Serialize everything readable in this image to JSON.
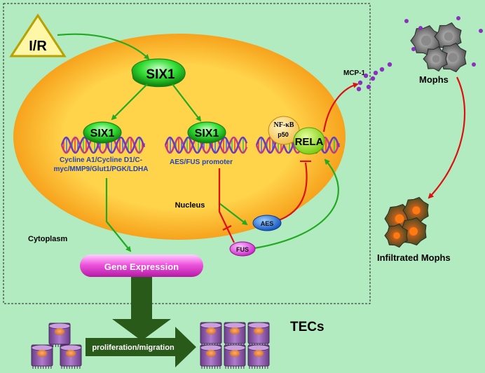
{
  "stimulus": {
    "label": "I/R"
  },
  "regulator": {
    "label": "SIX1"
  },
  "promoters": {
    "left": {
      "protein": "SIX1",
      "genes": "Cycline A1/Cycline D1/C-myc/MMP9/Glut1/PGK/LDHA"
    },
    "middle": {
      "protein": "SIX1",
      "label": "AES/FUS promoter"
    },
    "right": {
      "nfkb": "NF-κB",
      "p50": "p50",
      "rela": "RELA"
    }
  },
  "compartments": {
    "nucleus": "Nucleus",
    "cytoplasm": "Cytoplasm"
  },
  "factors": {
    "aes": "AES",
    "fus": "FUS",
    "mcp1": "MCP-1"
  },
  "gene_expression": {
    "label": "Gene Expression"
  },
  "outcome": {
    "label": "proliferation/migration",
    "cells": "TECs"
  },
  "macrophages": {
    "top": "Mophs",
    "bottom": "Infiltrated Mophs"
  },
  "colors": {
    "background": "#b3ebc0",
    "nucleus_outer": "#f7a21c",
    "nucleus_inner": "#ffd34a",
    "activation_arrow": "#22aa22",
    "inhibition_arrow": "#dd1111",
    "six1": "#22cc22",
    "gene_expression": "#e040d0",
    "tec_cell": "#9a5fb5",
    "dark_arrow": "#2a5a1a"
  }
}
